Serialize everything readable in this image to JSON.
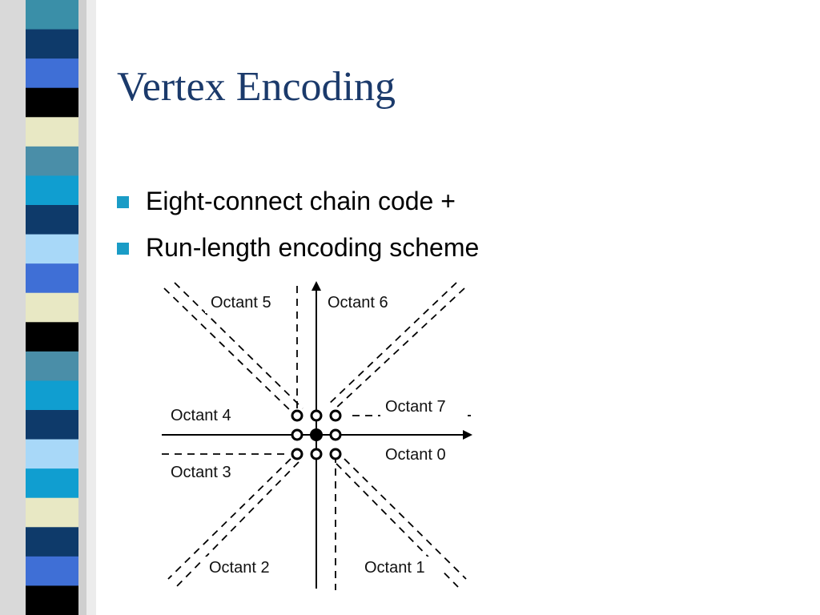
{
  "theme": {
    "title_color": "#1b3a6b",
    "bullet_color": "#1a9cc6",
    "stripe_colors": [
      "#3a8fa8",
      "#0e3a6a",
      "#3f6fd6",
      "#000000",
      "#e8e8c4",
      "#4a8ea8",
      "#109ed0",
      "#0e3a6a",
      "#a8d8f8",
      "#3f6fd6",
      "#e8e8c4",
      "#000000",
      "#4a8ea8",
      "#109ed0",
      "#0e3a6a",
      "#a8d8f8",
      "#109ed0",
      "#e8e8c4",
      "#0e3a6a",
      "#3f6fd6",
      "#000000"
    ]
  },
  "slide": {
    "title": "Vertex Encoding",
    "bullets": [
      "Eight-connect chain code +",
      "Run-length encoding scheme"
    ]
  },
  "diagram": {
    "octants": {
      "o5": "Octant 5",
      "o6": "Octant 6",
      "o7": "Octant 7",
      "o4": "Octant 4",
      "o0": "Octant 0",
      "o3": "Octant 3",
      "o2": "Octant 2",
      "o1": "Octant 1"
    }
  }
}
